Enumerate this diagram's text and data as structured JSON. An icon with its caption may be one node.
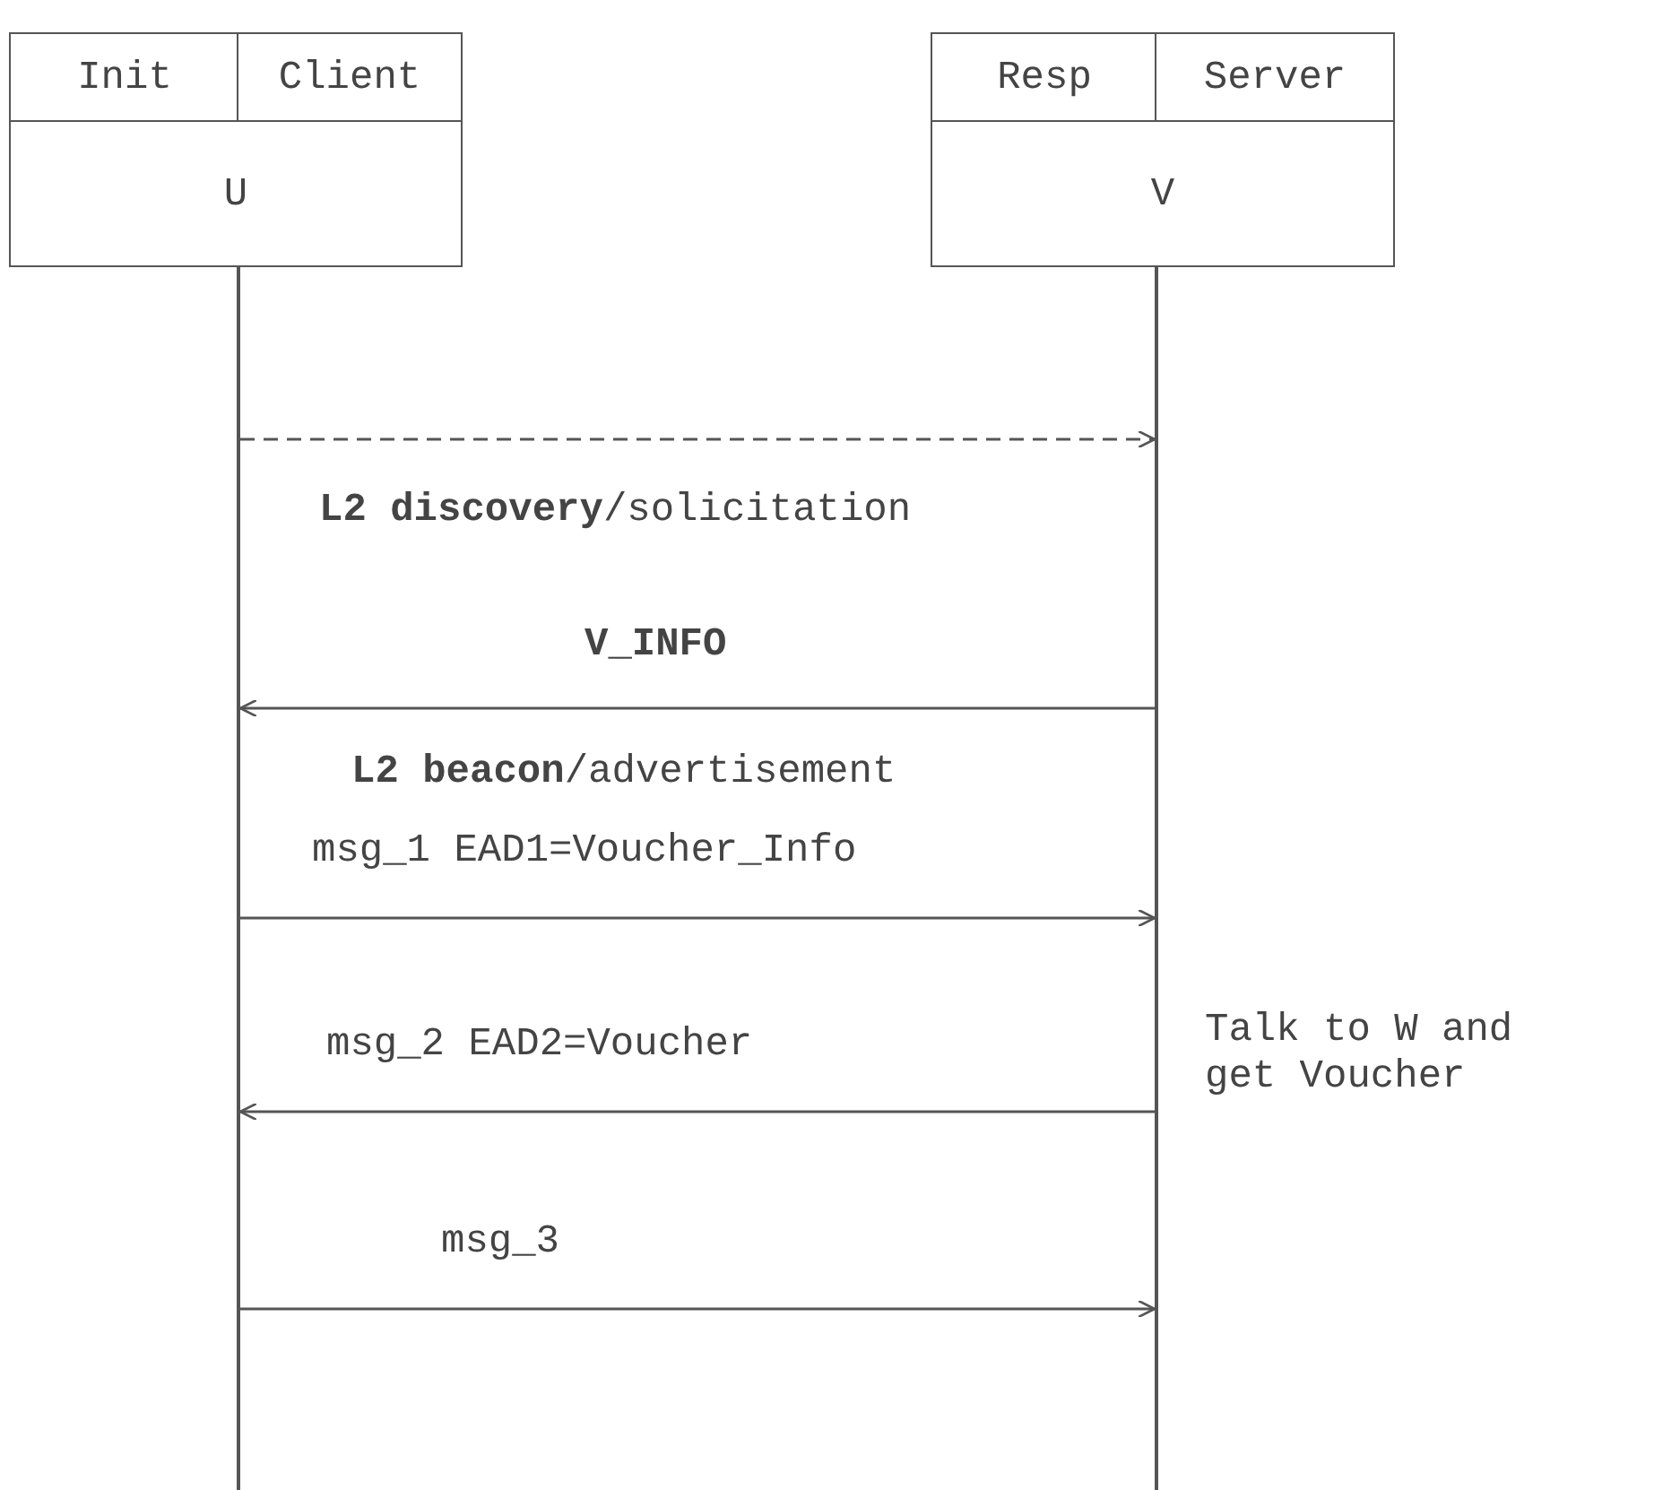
{
  "diagram": {
    "nodes": [
      {
        "text": [
          "Init"
        ]
      },
      {
        "text": [
          "Client"
        ]
      },
      {
        "text": [
          "U"
        ]
      },
      {
        "text": [
          "Resp"
        ]
      },
      {
        "text": [
          "Server"
        ]
      },
      {
        "text": [
          "V"
        ]
      },
      {
        "text": [],
        "shape": "bar"
      },
      {
        "text": [],
        "shape": "bar"
      }
    ],
    "edges": [
      {
        "from": 6,
        "to": 7,
        "arrow": "to",
        "style": "dashed",
        "label": "**L2 discovery**/solicitation"
      },
      {
        "from": 7,
        "to": 6,
        "arrow": "to",
        "label": "**L2 beacon**/advertisement"
      },
      {
        "from": 6,
        "to": 7,
        "arrow": "to",
        "label": "msg_1 EAD1=Voucher_Info"
      },
      {
        "from": 7,
        "to": 6,
        "arrow": "to",
        "label": "msg_2 EAD2=Voucher"
      },
      {
        "from": 6,
        "to": 7,
        "arrow": "to",
        "label": "msg_3"
      }
    ],
    "labels": [
      "V_INFO",
      "Talk to W and get Voucher"
    ]
  }
}
